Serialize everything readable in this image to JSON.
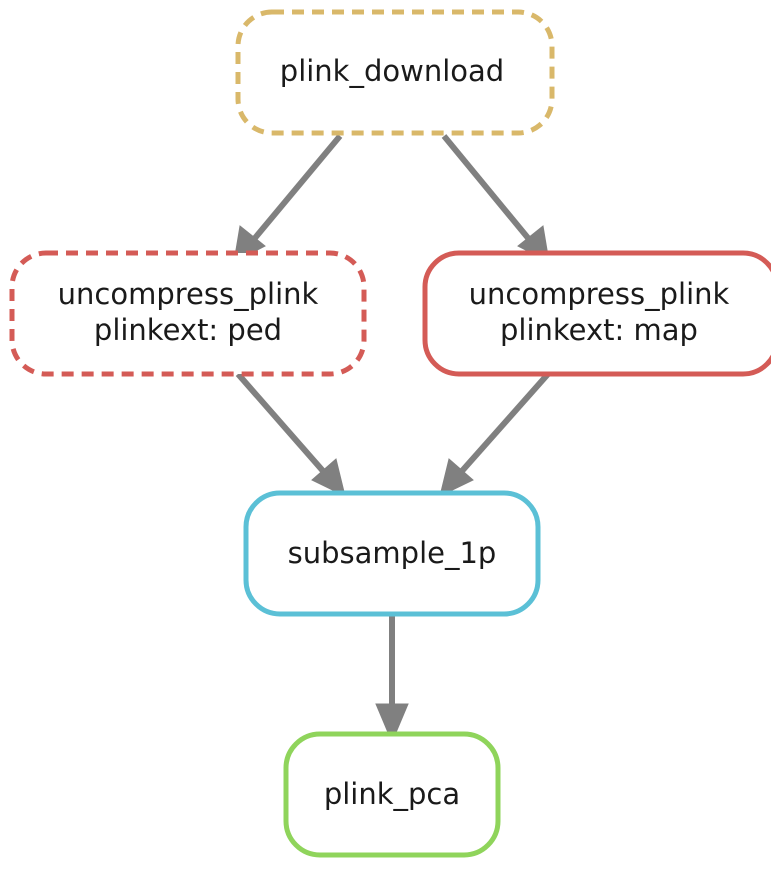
{
  "diagram": {
    "type": "workflow-dag",
    "nodes": [
      {
        "id": "plink_download",
        "lines": [
          "plink_download"
        ],
        "color": "#d9b86a",
        "dashed": true
      },
      {
        "id": "uncompress_ped",
        "lines": [
          "uncompress_plink",
          "plinkext: ped"
        ],
        "color": "#d45b56",
        "dashed": true
      },
      {
        "id": "uncompress_map",
        "lines": [
          "uncompress_plink",
          "plinkext: map"
        ],
        "color": "#d45b56",
        "dashed": false
      },
      {
        "id": "subsample_1p",
        "lines": [
          "subsample_1p"
        ],
        "color": "#5bc0d6",
        "dashed": false
      },
      {
        "id": "plink_pca",
        "lines": [
          "plink_pca"
        ],
        "color": "#8fd45b",
        "dashed": false
      }
    ],
    "edges": [
      {
        "from": "plink_download",
        "to": "uncompress_ped"
      },
      {
        "from": "plink_download",
        "to": "uncompress_map"
      },
      {
        "from": "uncompress_ped",
        "to": "subsample_1p"
      },
      {
        "from": "uncompress_map",
        "to": "subsample_1p"
      },
      {
        "from": "subsample_1p",
        "to": "plink_pca"
      }
    ],
    "edge_color": "#808080"
  }
}
